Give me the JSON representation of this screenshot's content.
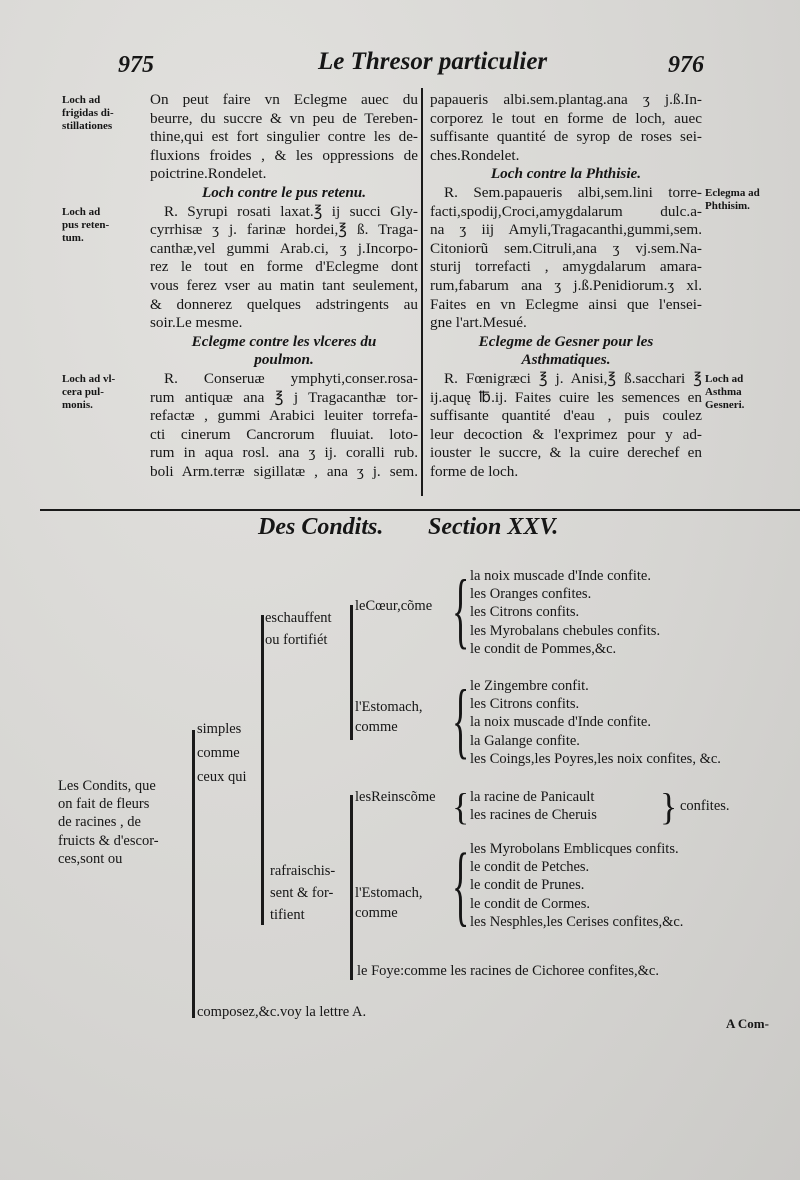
{
  "header": {
    "page_left": "975",
    "title": "Le Thresor particulier",
    "page_right": "976"
  },
  "left_column": {
    "lines": [
      {
        "t": "On peut faire vn Eclegme auec du",
        "k": "j"
      },
      {
        "t": "beurre, du succre & vn peu de Tereben-",
        "k": "j"
      },
      {
        "t": "thine,qui est fort singulier contre les de-",
        "k": "j"
      },
      {
        "t": "fluxions froides , & les oppressions de",
        "k": "j"
      },
      {
        "t": "poictrine.Rondelet.",
        "k": "l"
      },
      {
        "t": "Loch contre le pus retenu.",
        "k": "h"
      },
      {
        "t": "R. Syrupi rosati laxat.℥ ij succi Gly-",
        "k": "j"
      },
      {
        "t": "cyrrhisæ ʒ j. farinæ hordei,℥ ß. Traga-",
        "k": "j"
      },
      {
        "t": "canthæ,vel gummi Arab.ci, ʒ j.Incorpo-",
        "k": "j"
      },
      {
        "t": "rez le tout en forme d'Eclegme dont",
        "k": "j"
      },
      {
        "t": "vous ferez vser au matin tant seulement,",
        "k": "j"
      },
      {
        "t": "& donnerez quelques adstringents au",
        "k": "j"
      },
      {
        "t": "soir.Le mesme.",
        "k": "l"
      },
      {
        "t": "Eclegme contre les vlceres du",
        "k": "h"
      },
      {
        "t": "poulmon.",
        "k": "h"
      },
      {
        "t": "R. Conseruæ ymphyti,conser.rosa-",
        "k": "j"
      },
      {
        "t": "rum antiquæ ana ℥ j Tragacanthæ tor-",
        "k": "j"
      },
      {
        "t": "refactæ , gummi Arabici leuiter torrefa-",
        "k": "j"
      },
      {
        "t": "cti cinerum Cancrorum fluuiat. loto-",
        "k": "j"
      },
      {
        "t": "rum in aqua rosl. ana ʒ ij. coralli rub.",
        "k": "j"
      },
      {
        "t": "boli Arm.terræ sigillatæ , ana ʒ j. sem.",
        "k": "j"
      }
    ],
    "notes": [
      {
        "row": 0,
        "t": [
          "Loch ad",
          "frigidas di-",
          "stillationes"
        ]
      },
      {
        "row": 6,
        "t": [
          "Loch ad",
          "pus reten-",
          "tum."
        ]
      },
      {
        "row": 15,
        "t": [
          "Loch ad vl-",
          "cera pul-",
          "monis."
        ]
      }
    ]
  },
  "right_column": {
    "lines": [
      {
        "t": "papaueris albi.sem.plantag.ana ʒ j.ß.In-",
        "k": "j"
      },
      {
        "t": "corporez le tout en forme de loch, auec",
        "k": "j"
      },
      {
        "t": "suffisante quantité de syrop de roses sei-",
        "k": "j"
      },
      {
        "t": "ches.Rondelet.",
        "k": "l"
      },
      {
        "t": "Loch contre la Phthisie.",
        "k": "h"
      },
      {
        "t": "R. Sem.papaueris albi,sem.lini torre-",
        "k": "j"
      },
      {
        "t": "facti,spodij,Croci,amygdalarum dulc.a-",
        "k": "j"
      },
      {
        "t": "na ʒ iij Amyli,Tragacanthi,gummi,sem.",
        "k": "j"
      },
      {
        "t": "Citoniorũ sem.Citruli,ana ʒ vj.sem.Na-",
        "k": "j"
      },
      {
        "t": "sturij torrefacti , amygdalarum amara-",
        "k": "j"
      },
      {
        "t": "rum,fabarum ana ʒ j.ß.Penidiorum.ʒ xl.",
        "k": "j"
      },
      {
        "t": "Faites en vn Eclegme ainsi que l'ensei-",
        "k": "j"
      },
      {
        "t": "gne l'art.Mesué.",
        "k": "l"
      },
      {
        "t": "Eclegme de Gesner pour les",
        "k": "h"
      },
      {
        "t": "Asthmatiques.",
        "k": "h"
      },
      {
        "t": "R. Fœnigræci ℥ j. Anisi,℥ ß.sacchari ℥",
        "k": "j"
      },
      {
        "t": "ij.aquę ℔.ij. Faites cuire les semences en",
        "k": "j"
      },
      {
        "t": "suffisante quantité d'eau , puis coulez",
        "k": "j"
      },
      {
        "t": "leur decoction & l'exprimez pour y ad-",
        "k": "j"
      },
      {
        "t": "iouster le succre, & la cuire derechef en",
        "k": "j"
      },
      {
        "t": "forme de loch.",
        "k": "l"
      }
    ],
    "notes": [
      {
        "row": 5,
        "t": [
          "Eclegma ad",
          "Phthisim."
        ]
      },
      {
        "row": 15,
        "t": [
          "Loch ad",
          "Asthma",
          "Gesneri."
        ]
      }
    ]
  },
  "section": {
    "title": "Des Condits.",
    "number": "Section XXV."
  },
  "tree": {
    "root": [
      "Les Condits, que",
      "on fait de fleurs",
      "de racines , de",
      "fruicts & d'escor-",
      "ces,sont ou"
    ],
    "simples": [
      "simples",
      "comme",
      "ceux qui"
    ],
    "composez": "composez,&c.voy la lettre A.",
    "eschauffent": [
      "eschauffent",
      "ou fortifiét"
    ],
    "rafraischissent": [
      "rafraischis-",
      "sent & for-",
      "tifient"
    ],
    "coeur": "leCœur,cõme",
    "coeur_items": [
      "la noix muscade d'Inde confite.",
      "les Oranges confites.",
      "les Citrons confits.",
      "les Myrobalans chebules confits.",
      "le condit de Pommes,&c."
    ],
    "estomach1": [
      "l'Estomach,",
      "comme"
    ],
    "estomach1_items": [
      "le Zingembre confit.",
      "les Citrons confits.",
      "la noix muscade d'Inde confite.",
      "la Galange confite.",
      "les Coings,les Poyres,les noix confites, &c."
    ],
    "reins": "lesReinscõme",
    "reins_items": [
      "la racine de Panicault",
      "les racines de Cheruis"
    ],
    "reins_suffix": "confites.",
    "estomach2": [
      "l'Estomach,",
      "comme"
    ],
    "estomach2_items": [
      "les Myrobolans Emblicques confits.",
      "le condit de Petches.",
      "le condit de Prunes.",
      "le condit de Cormes.",
      "les Nesphles,les Cerises confites,&c."
    ],
    "foye": "le Foye:comme les racines de Cichoree confites,&c."
  },
  "catchword": "A Com-"
}
